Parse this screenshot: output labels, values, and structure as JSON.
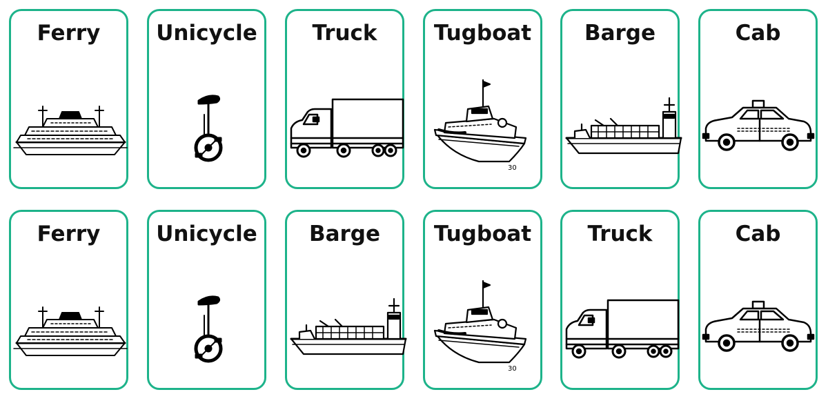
{
  "accent_color": "#1db38a",
  "rows": [
    {
      "cards": [
        {
          "label": "Ferry",
          "icon": "ferry-icon"
        },
        {
          "label": "Unicycle",
          "icon": "unicycle-icon"
        },
        {
          "label": "Truck",
          "icon": "truck-icon"
        },
        {
          "label": "Tugboat",
          "icon": "tugboat-icon"
        },
        {
          "label": "Barge",
          "icon": "barge-icon"
        },
        {
          "label": "Cab",
          "icon": "cab-icon"
        }
      ]
    },
    {
      "cards": [
        {
          "label": "Ferry",
          "icon": "ferry-icon"
        },
        {
          "label": "Unicycle",
          "icon": "unicycle-icon"
        },
        {
          "label": "Barge",
          "icon": "barge-icon"
        },
        {
          "label": "Tugboat",
          "icon": "tugboat-icon"
        },
        {
          "label": "Truck",
          "icon": "truck-icon"
        },
        {
          "label": "Cab",
          "icon": "cab-icon"
        }
      ]
    }
  ]
}
